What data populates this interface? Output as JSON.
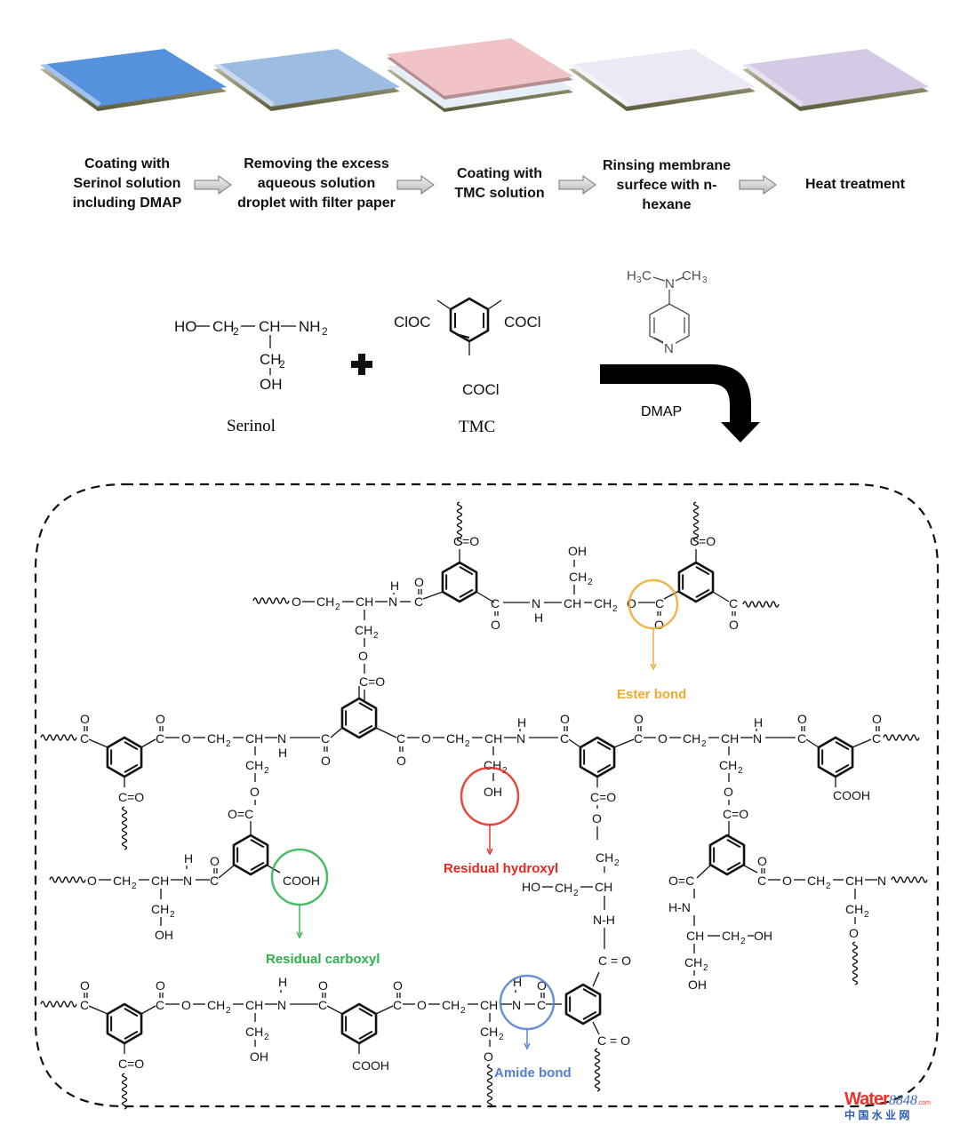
{
  "process": {
    "membranes": [
      {
        "name": "serinol-coated",
        "color": "#5591dc"
      },
      {
        "name": "excess-removed",
        "color": "#9dbce2"
      },
      {
        "name": "tmc-coated",
        "color": "#f0c3c6"
      },
      {
        "name": "rinsed",
        "color": "#ece8f5"
      },
      {
        "name": "heat-treated",
        "color": "#d4cae6"
      }
    ],
    "steps": [
      {
        "lines": [
          "Coating with",
          "Serinol solution",
          "including DMAP"
        ]
      },
      {
        "lines": [
          "Removing the excess",
          "aqueous solution",
          "droplet with filter paper"
        ]
      },
      {
        "lines": [
          "Coating with",
          "TMC solution"
        ]
      },
      {
        "lines": [
          "Rinsing membrane",
          "surfece with n-",
          "hexane"
        ]
      },
      {
        "lines": [
          "Heat treatment"
        ]
      }
    ]
  },
  "reactants": {
    "serinol": {
      "name": "Serinol",
      "formula_main": [
        "HO",
        "CH",
        "CH",
        "NH"
      ],
      "sub2": "2",
      "side_ch2": "CH",
      "side_oh": "OH"
    },
    "plus": "+",
    "tmc": {
      "name": "TMC",
      "groups": [
        "ClOC",
        "COCl",
        "COCl"
      ]
    },
    "catalyst": {
      "name": "DMAP",
      "h3c": "H",
      "ch3": "CH",
      "sub3": "3",
      "n_amine": "N",
      "n_ring": "N",
      "c_left": "C"
    }
  },
  "annotations": {
    "ester": {
      "label": "Ester bond",
      "color": "#f0a830"
    },
    "hydroxyl": {
      "label": "Residual hydroxyl",
      "color": "#e5281e"
    },
    "carboxyl": {
      "label": "Residual carboxyl",
      "color": "#2bb24c"
    },
    "amide": {
      "label": "Amide bond",
      "color": "#4f7fcf"
    }
  },
  "atoms": {
    "O": "O",
    "C": "C",
    "N": "N",
    "H": "H",
    "CH2": "CH",
    "CH": "CH",
    "two": "2",
    "CO": "C=O",
    "OC": "O=C",
    "COOH": "COOH",
    "OH": "OH",
    "HO": "HO",
    "NH": "N-H",
    "HN": "H-N",
    "C_O_spaced": "C = O"
  },
  "watermark": {
    "brand": "Water",
    "number": "8848",
    "suffix": ".com",
    "cn": "中 国 水 业 网"
  }
}
